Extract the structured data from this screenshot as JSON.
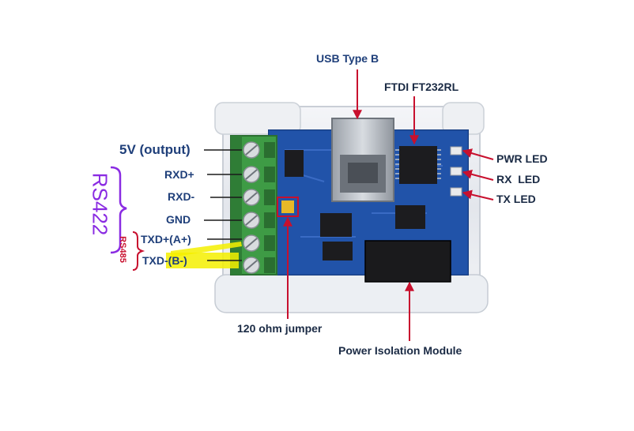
{
  "labels": {
    "usb": "USB Type B",
    "ftdi": "FTDI FT232RL",
    "pwr_led": "PWR LED",
    "rx_led": "RX  LED",
    "tx_led": "TX LED",
    "five_v": "5V (output)",
    "rxd_plus": "RXD+",
    "rxd_minus": "RXD-",
    "gnd": "GND",
    "txd_plus": "TXD+(A+)",
    "txd_minus": "TXD-(B-)",
    "rs422": "RS422",
    "rs485": "RS485",
    "jumper": "120 ohm jumper",
    "power_iso": "Power Isolation Module"
  },
  "colors": {
    "arrow": "#c8102e",
    "label_blue": "#1f3f7a",
    "bracket_purple": "#8a2be2",
    "rs485_red": "#c8102e",
    "highlight_yellow": "#f4f000",
    "pcb_blue": "#1f4fa3",
    "terminal_green": "#3e9b45"
  }
}
